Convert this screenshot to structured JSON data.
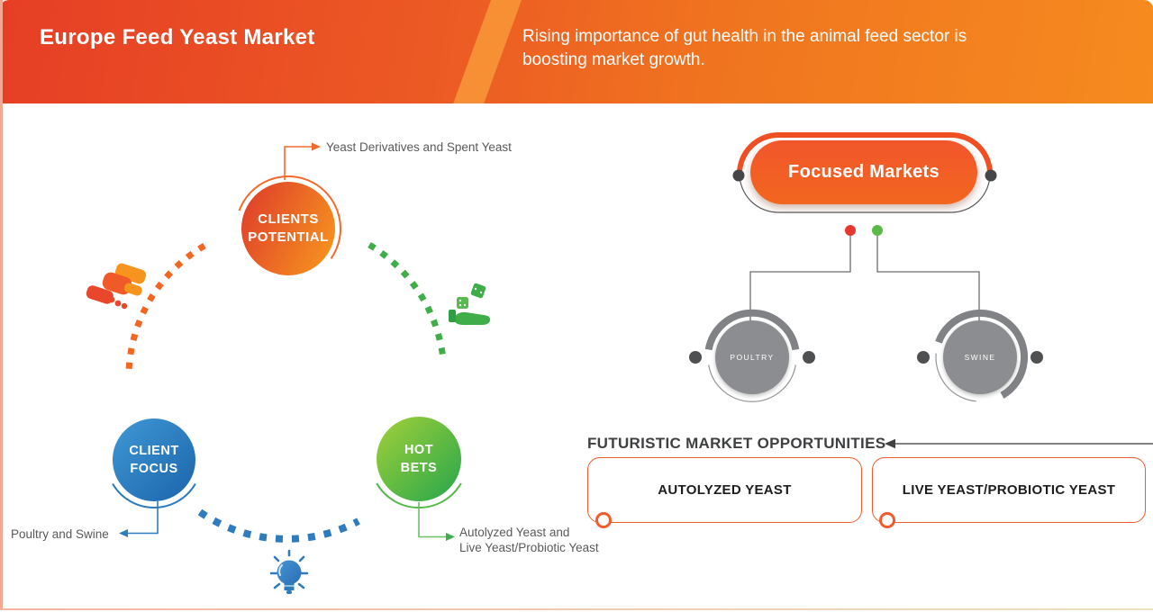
{
  "banner": {
    "title": "Europe Feed Yeast Market",
    "subtitle_line1": "Rising importance of gut health in the animal feed sector is",
    "subtitle_line2": "boosting market growth."
  },
  "cycle": {
    "nodes": [
      {
        "id": "clients-potential",
        "line1": "CLIENTS",
        "line2": "POTENTIAL",
        "color_start": "#e0432a",
        "color_end": "#f7951e"
      },
      {
        "id": "client-focus",
        "line1": "CLIENT",
        "line2": "FOCUS",
        "color_start": "#3e96d2",
        "color_end": "#1d66ae"
      },
      {
        "id": "hot-bets",
        "line1": "HOT",
        "line2": "BETS",
        "color_start": "#9dce3a",
        "color_end": "#2ba84a"
      }
    ],
    "annotations": {
      "clients_potential": "Yeast Derivatives and Spent Yeast",
      "client_focus": "Poultry and Swine",
      "hot_bets_line1": "Autolyzed Yeast and",
      "hot_bets_line2": "Live Yeast/Probiotic Yeast"
    },
    "icons": {
      "upper_left": "handshake-icon",
      "upper_right": "dice-in-hand-icon",
      "bottom": "lightbulb-icon"
    }
  },
  "focused_markets": {
    "title": "Focused Markets",
    "markets": [
      {
        "label": "POULTRY"
      },
      {
        "label": "SWINE"
      }
    ],
    "red_dot": "#e6392e",
    "green_dot": "#5cb848"
  },
  "opportunities": {
    "heading": "FUTURISTIC MARKET OPPORTUNITIES",
    "items": [
      {
        "label": "AUTOLYZED YEAST"
      },
      {
        "label": "LIVE YEAST/PROBIOTIC YEAST"
      }
    ]
  },
  "colors": {
    "banner_start": "#e63e25",
    "banner_end": "#f68b1f",
    "accent_orange": "#f15a29",
    "accent_blue": "#2e7bbd",
    "accent_green": "#3fae49",
    "annotation_gray": "#58595b",
    "heading_dark": "#414042",
    "badge_gray": "#8b8d90"
  }
}
